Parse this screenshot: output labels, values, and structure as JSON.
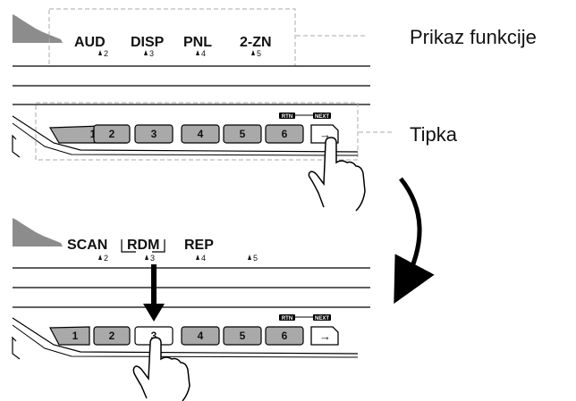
{
  "top_panel": {
    "functions": [
      {
        "label": "AUD",
        "index": "2"
      },
      {
        "label": "DISP",
        "index": "3"
      },
      {
        "label": "PNL",
        "index": "4"
      },
      {
        "label": "2-ZN",
        "index": "5"
      }
    ],
    "caption_display": "Prikaz funkcije",
    "caption_button": "Tipka",
    "buttons": [
      "1",
      "2",
      "3",
      "4",
      "5",
      "6"
    ],
    "rtn_tag": "RTN",
    "next_tag": "NEXT",
    "next_arrow": "→"
  },
  "bottom_panel": {
    "functions": [
      {
        "label": "SCAN",
        "index": "2"
      },
      {
        "label": "RDM",
        "index": "3"
      },
      {
        "label": "REP",
        "index": "4"
      },
      {
        "label": "",
        "index": "5"
      }
    ],
    "buttons": [
      "1",
      "2",
      "3",
      "4",
      "5",
      "6"
    ],
    "pressed_button": "3",
    "rtn_tag": "RTN",
    "next_tag": "NEXT",
    "next_arrow": "→"
  }
}
